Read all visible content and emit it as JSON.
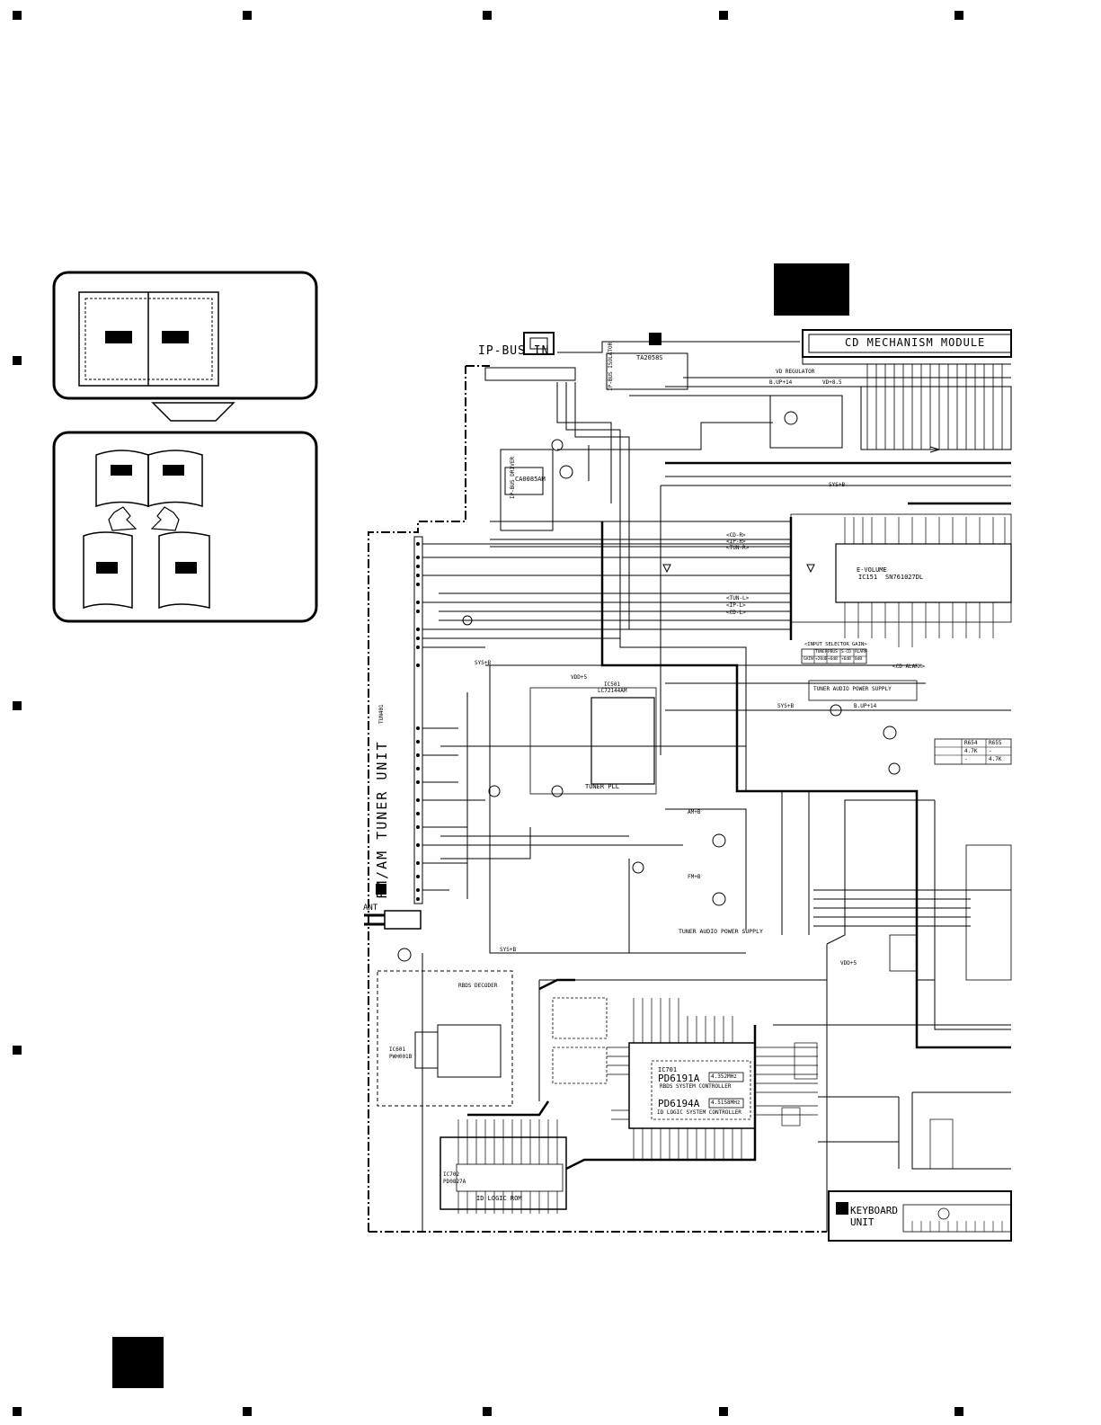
{
  "header": {
    "ip_bus_in": "IP-BUS IN",
    "cd_mechanism_module": "CD MECHANISM MODULE",
    "ic_ip_bus_isolator": "TA2058S",
    "ip_bus_isolator": "IP-BUS ISOLATOR",
    "ip_bus_driver": "IP-BUS DRIVER",
    "ic_ip_bus_driver": "CA0085AM",
    "vd_regulator": "VD REGULATOR",
    "b_up14_top": "B.UP+14",
    "vd_b5": "VD+8.5",
    "sys_b_top": "SYS+B"
  },
  "tuner": {
    "unit_label": "FM/AM TUNER UNIT",
    "tun_ref": "TUN401",
    "ant": "ANT",
    "sys_b_1": "SYS+B",
    "sys_b_2": "SYS+B",
    "vdd5": "VDD+5",
    "ic_pll": "LC72144AM",
    "ic_pll_ref": "IC501",
    "tuner_pll": "TUNER PLL",
    "am_b": "AM+B",
    "fm_b": "FM+B",
    "tuner_audio_ps_bottom": "TUNER AUDIO POWER SUPPLY"
  },
  "evolume": {
    "e_volume": "E-VOLUME",
    "ic": "IC151",
    "part": "SN761027DL",
    "cd_r": "<CD-R>",
    "ip_r": "<IP-R>",
    "tun_r": "<TUN-R>",
    "tun_l": "<TUN-L>",
    "ip_l": "<IP-L>",
    "cd_l": "<CD-L>",
    "cd_alarm": "<CD ALARM>",
    "input_selector_gain": "<INPUT SELECTOR GAIN>",
    "gain_table": {
      "headers": [
        "TUNER",
        "PBUS",
        "S-CD",
        "ALARM"
      ],
      "row_label": "GAIN",
      "values": [
        "+20dB",
        "+6dB",
        "+6dB",
        "0dB"
      ]
    }
  },
  "power": {
    "tuner_audio_ps": "TUNER AUDIO POWER SUPPLY",
    "sys_b": "SYS+B",
    "b_up14": "B.UP+14",
    "vdd5": "VDD+5"
  },
  "resistor_table": {
    "headers": [
      "R654",
      "R655"
    ],
    "row1": [
      "4.7K",
      "-"
    ],
    "row2": [
      "-",
      "4.7K"
    ]
  },
  "rbds": {
    "decoder": "RBDS DECODER",
    "ic": "IC601",
    "part": "PWH001B"
  },
  "controller": {
    "ic": "IC701",
    "part_a": "PD6191A",
    "freq_a": "4.352MHz",
    "desc_a": "RBDS SYSTEM CONTROLLER",
    "part_b": "PD6194A",
    "freq_b": "4.5158MHz",
    "desc_b": "ID LOGIC SYSTEM CONTROLLER"
  },
  "rom": {
    "ic": "IC702",
    "part": "PD0827A",
    "desc": "ID LOGIC ROM"
  },
  "keyboard": {
    "label": "KEYBOARD UNIT",
    "line1": "KEYBOARD",
    "line2": "UNIT"
  }
}
